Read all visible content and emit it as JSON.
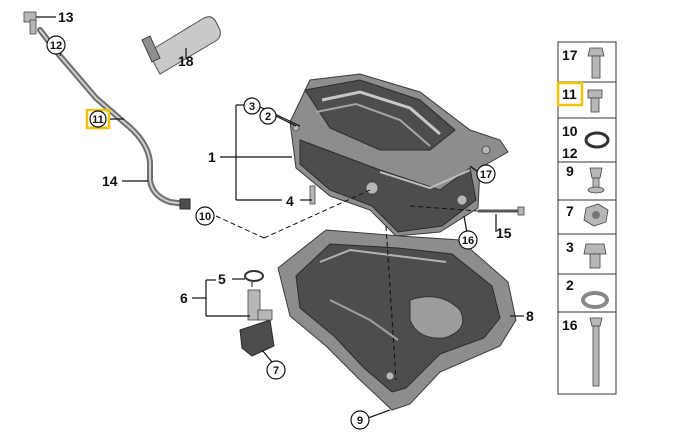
{
  "callouts": {
    "c1": "1",
    "c2": "2",
    "c3": "3",
    "c4": "4",
    "c5": "5",
    "c6": "6",
    "c7": "7",
    "c8": "8",
    "c9": "9",
    "c10": "10",
    "c11": "11",
    "c12": "12",
    "c13": "13",
    "c14": "14",
    "c15": "15",
    "c16": "16",
    "c17": "17",
    "c18": "18"
  },
  "side_panel": [
    {
      "label": "17"
    },
    {
      "label": "11",
      "highlighted": true
    },
    {
      "label": "10",
      "label2": "12"
    },
    {
      "label": "9"
    },
    {
      "label": "7"
    },
    {
      "label": "3"
    },
    {
      "label": "2"
    },
    {
      "label": "16"
    }
  ],
  "colors": {
    "highlight": "#f2c300",
    "pan_light": "#8d8d8d",
    "pan_dark": "#4d4d4d"
  }
}
